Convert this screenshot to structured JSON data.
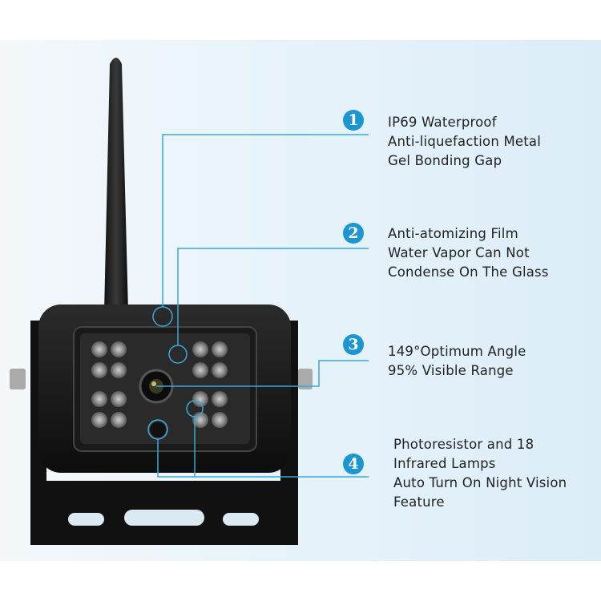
{
  "colors": {
    "accent": "#1c95d3",
    "line": "#3aa7d8",
    "text": "#222222"
  },
  "features": [
    {
      "number": "1",
      "lines": [
        "IP69 Waterproof",
        "Anti-liquefaction Metal",
        "Gel Bonding Gap"
      ]
    },
    {
      "number": "2",
      "lines": [
        "Anti-atomizing Film",
        "Water Vapor Can Not",
        "Condense On The Glass"
      ]
    },
    {
      "number": "3",
      "lines": [
        "149°Optimum Angle",
        "95% Visible Range"
      ]
    },
    {
      "number": "4",
      "lines": [
        "Photoresistor and 18",
        "Infrared Lamps",
        "Auto Turn On Night Vision",
        "Feature"
      ]
    }
  ]
}
